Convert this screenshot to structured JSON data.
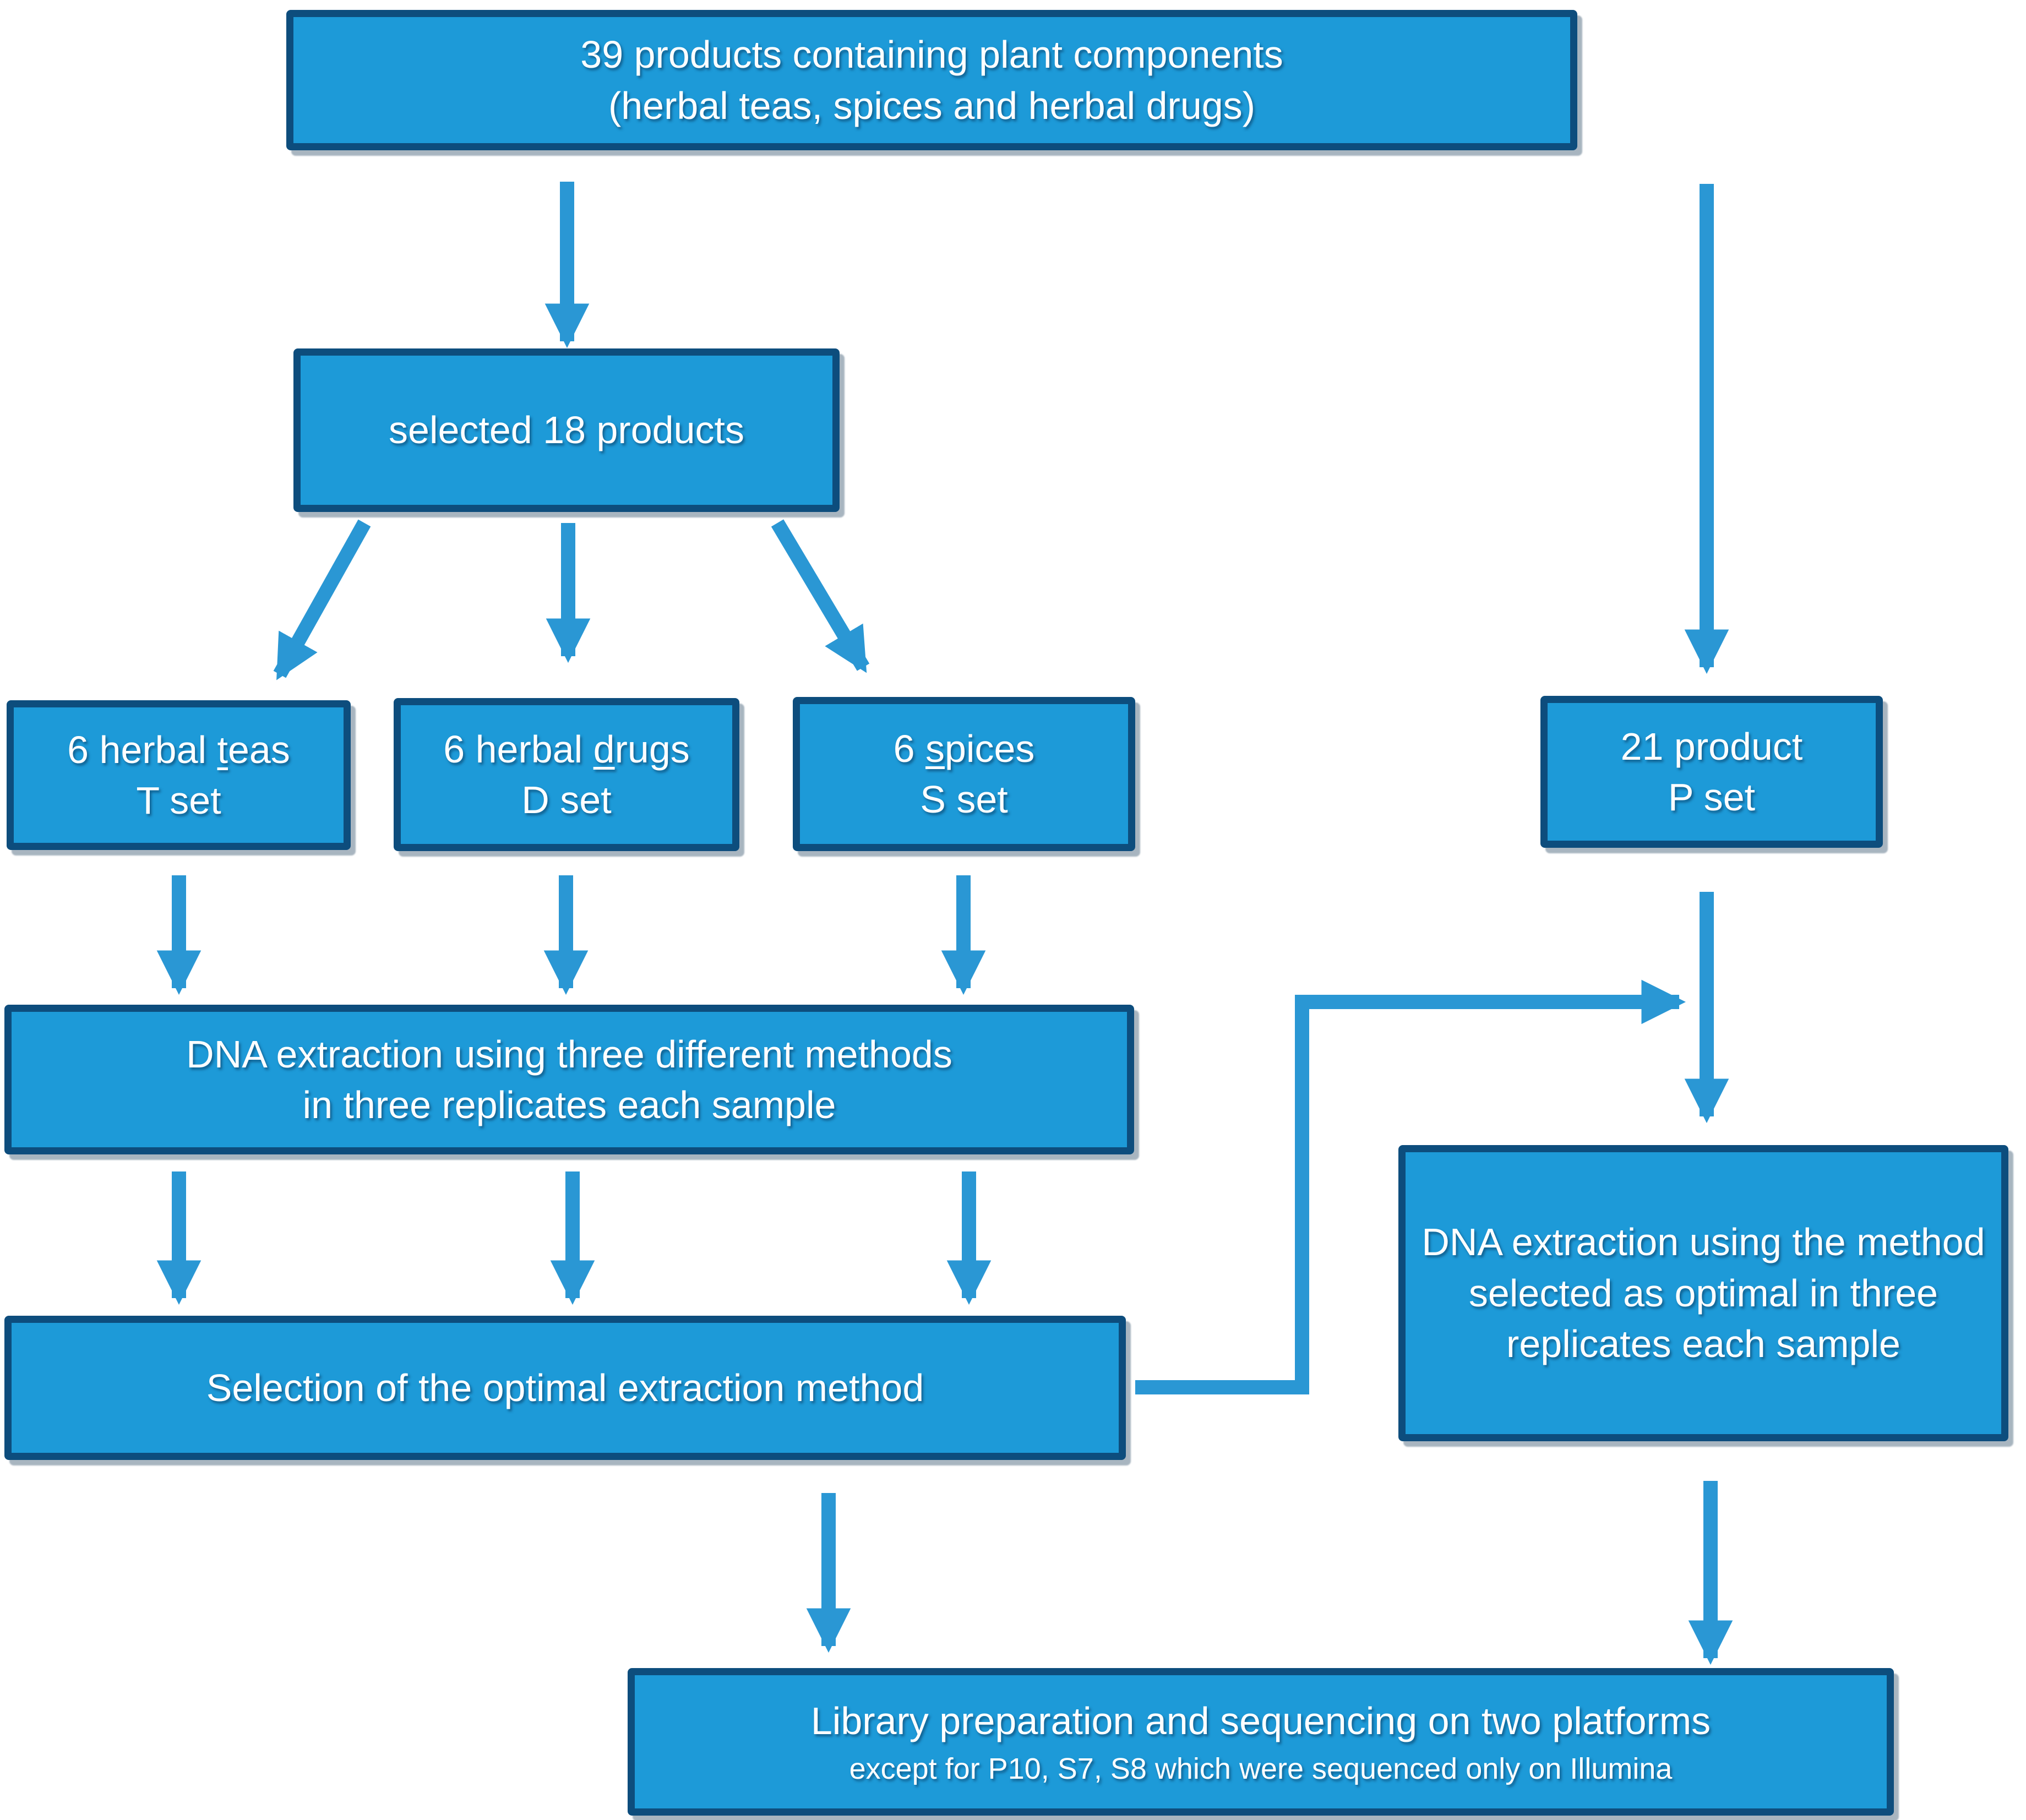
{
  "colors": {
    "bg": "#ffffff",
    "box-fill": "#1d9ad8",
    "box-border": "#0d4d7d",
    "arrow": "#2a97d4",
    "text": "#ffffff"
  },
  "nodes": {
    "products39": {
      "line1": "39 products containing plant components",
      "line2": "(herbal teas, spices and herbal drugs)"
    },
    "selected18": {
      "label": "selected 18 products"
    },
    "teas": {
      "pre": "6 herbal ",
      "underlined": "t",
      "rest": "eas",
      "set_label": "T set"
    },
    "drugs": {
      "pre": "6 herbal ",
      "underlined": "d",
      "rest": "rugs",
      "set_label": "D set"
    },
    "spices": {
      "pre": "6 ",
      "underlined": "s",
      "rest": "pices",
      "set_label": "S set"
    },
    "pset": {
      "line1": "21 product",
      "line2": "P set"
    },
    "dna_three": {
      "line1": "DNA extraction using three different methods",
      "line2": "in three replicates each sample"
    },
    "selection": {
      "label": "Selection of the optimal extraction method"
    },
    "dna_optimal": {
      "label": "DNA extraction using the method selected as optimal in three replicates each sample"
    },
    "library": {
      "line1": "Library preparation and sequencing on two platforms",
      "line2": "except for P10, S7, S8 which were sequenced only on Illumina"
    }
  },
  "edges": [
    {
      "from": "products39",
      "to": "selected18"
    },
    {
      "from": "products39",
      "to": "pset"
    },
    {
      "from": "selected18",
      "to": "teas"
    },
    {
      "from": "selected18",
      "to": "drugs"
    },
    {
      "from": "selected18",
      "to": "spices"
    },
    {
      "from": "teas",
      "to": "dna_three"
    },
    {
      "from": "drugs",
      "to": "dna_three"
    },
    {
      "from": "spices",
      "to": "dna_three"
    },
    {
      "from": "dna_three",
      "to": "selection",
      "note": "three parallel arrows"
    },
    {
      "from": "selection",
      "to": "dna_optimal",
      "note": "elbow connector"
    },
    {
      "from": "pset",
      "to": "dna_optimal"
    },
    {
      "from": "selection",
      "to": "library"
    },
    {
      "from": "dna_optimal",
      "to": "library"
    }
  ]
}
